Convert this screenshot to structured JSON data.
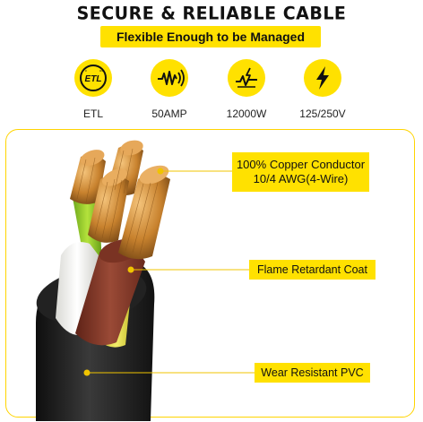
{
  "header": {
    "title": "SECURE & RELIABLE CABLE",
    "subtitle": "Flexible Enough to be Managed"
  },
  "badges": [
    {
      "label": "ETL",
      "icon": "etl-certification-icon",
      "icon_text": "ETL"
    },
    {
      "label": "50AMP",
      "icon": "current-wave-icon"
    },
    {
      "label": "12000W",
      "icon": "power-pulse-icon"
    },
    {
      "label": "125/250V",
      "icon": "lightning-bolt-icon"
    }
  ],
  "callouts": {
    "conductor_line1": "100% Copper Conductor",
    "conductor_line2": "10/4 AWG(4-Wire)",
    "coat": "Flame Retardant Coat",
    "pvc": "Wear Resistant PVC"
  },
  "colors": {
    "accent_yellow": "#ffe100",
    "frame_yellow": "#ffd400",
    "copper": "#c8822e",
    "jacket_black": "#1c1c1c",
    "wire_red": "#8a3b2a",
    "wire_white": "#f2f2ee",
    "wire_green": "#9ccf2a",
    "wire_yellow": "#e9e14a"
  }
}
